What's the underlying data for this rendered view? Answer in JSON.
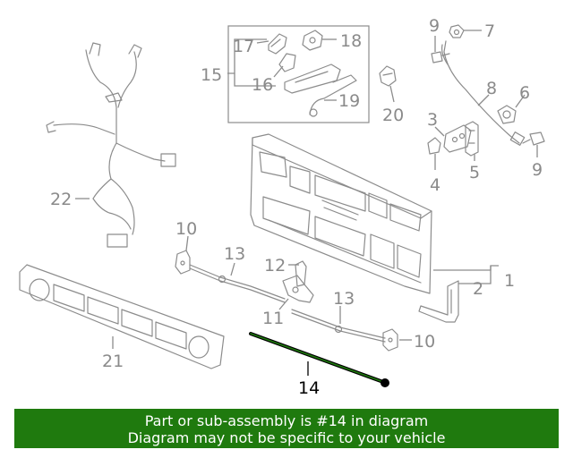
{
  "callouts": {
    "c1": "1",
    "c2": "2",
    "c3": "3",
    "c4": "4",
    "c5": "5",
    "c6": "6",
    "c7": "7",
    "c8": "8",
    "c9a": "9",
    "c9b": "9",
    "c10a": "10",
    "c10b": "10",
    "c11": "11",
    "c12": "12",
    "c13a": "13",
    "c13b": "13",
    "c14": "14",
    "c15": "15",
    "c16": "16",
    "c17": "17",
    "c18": "18",
    "c19": "19",
    "c20": "20",
    "c21": "21",
    "c22": "22"
  },
  "highlight": {
    "part": "14",
    "color": "#1f7a0e"
  },
  "banner": {
    "line1": "Part or sub-assembly is #14 in diagram",
    "line2": "Diagram may not be specific to your vehicle",
    "background": "#1f7a0e"
  }
}
